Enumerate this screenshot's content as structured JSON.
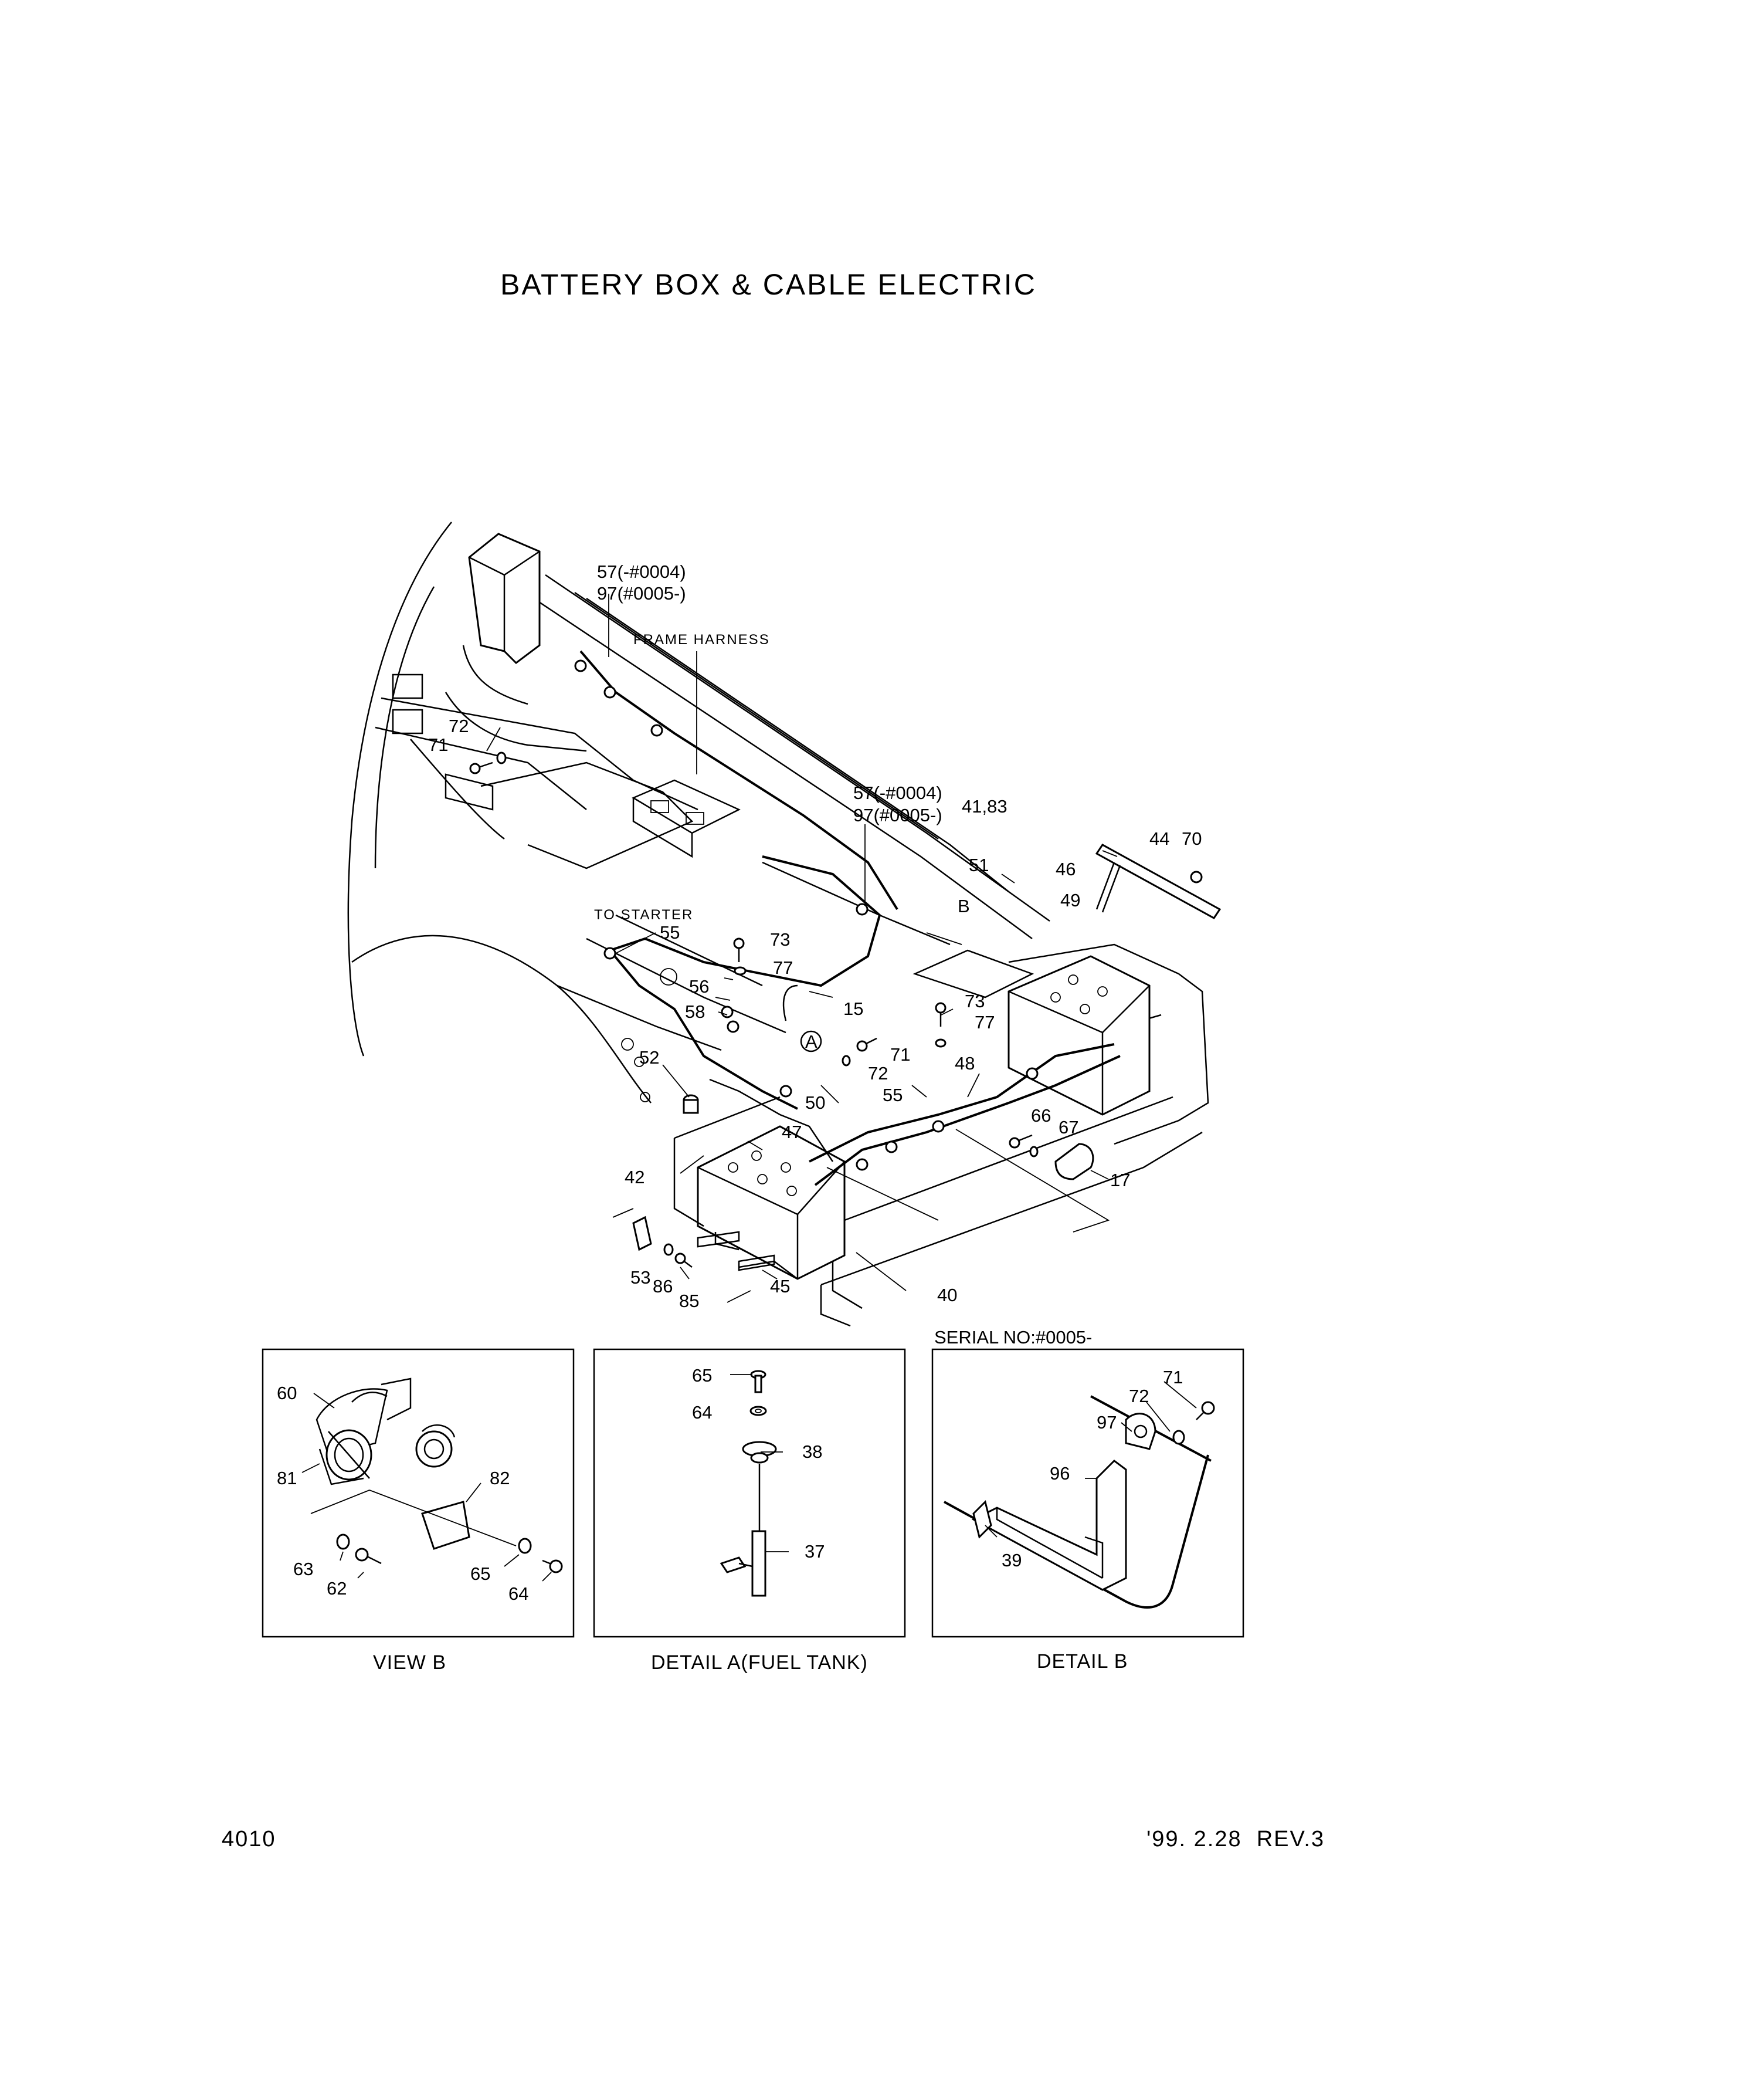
{
  "title": "BATTERY BOX & CABLE ELECTRIC",
  "main": {
    "labels": {
      "p57a": "57(-#0004)",
      "p97a": "97(#0005-)",
      "frame_harness": "FRAME HARNESS",
      "p72a": "72",
      "p71a": "71",
      "p57b": "57(-#0004)",
      "p97b": "97(#0005-)",
      "p4183": "41,83",
      "p44": "44",
      "p70": "70",
      "p51": "51",
      "p46": "46",
      "pB": "B",
      "p49": "49",
      "to_starter": "TO STARTER",
      "p55a": "55",
      "p73a": "73",
      "p77a": "77",
      "p56": "56",
      "p15": "15",
      "p58": "58",
      "pA": "A",
      "p73b": "73",
      "p77b": "77",
      "p71b": "71",
      "p72b": "72",
      "p52": "52",
      "p48": "48",
      "p55b": "55",
      "p50": "50",
      "p66": "66",
      "p67": "67",
      "p47": "47",
      "p17": "17",
      "p42": "42",
      "p53": "53",
      "p86": "86",
      "p85": "85",
      "p45": "45",
      "p40": "40"
    }
  },
  "view_b": {
    "caption": "VIEW B",
    "labels": {
      "p60": "60",
      "p81": "81",
      "p82": "82",
      "p63": "63",
      "p62": "62",
      "p65": "65",
      "p64": "64"
    }
  },
  "detail_a": {
    "caption": "DETAIL A(FUEL TANK)",
    "labels": {
      "p65": "65",
      "p64": "64",
      "p38": "38",
      "p37": "37"
    }
  },
  "detail_b": {
    "serial": "SERIAL NO:#0005-",
    "caption": "DETAIL B",
    "labels": {
      "p71": "71",
      "p72": "72",
      "p97": "97",
      "p96": "96",
      "p39": "39"
    }
  },
  "footer": {
    "page_number": "4010",
    "revision": "'99. 2.28  REV.3"
  }
}
